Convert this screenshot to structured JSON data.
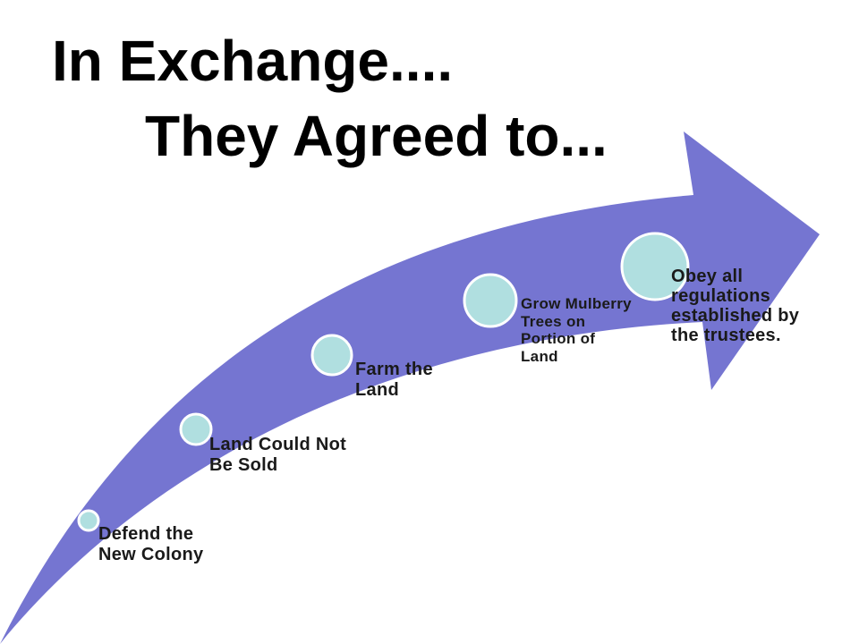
{
  "title": {
    "line1": "In Exchange....",
    "line2": "They Agreed to..."
  },
  "colors": {
    "arrow_fill": "#7575d1",
    "node_fill": "#b0dfe0",
    "node_stroke": "#ffffff",
    "text": "#000000"
  },
  "steps": [
    {
      "label": "Defend the New Colony"
    },
    {
      "label": "Land Could Not Be Sold"
    },
    {
      "label": "Farm the Land"
    },
    {
      "label": "Grow Mulberry Trees on Portion of Land"
    },
    {
      "label": "Obey all regulations established by the trustees."
    }
  ]
}
